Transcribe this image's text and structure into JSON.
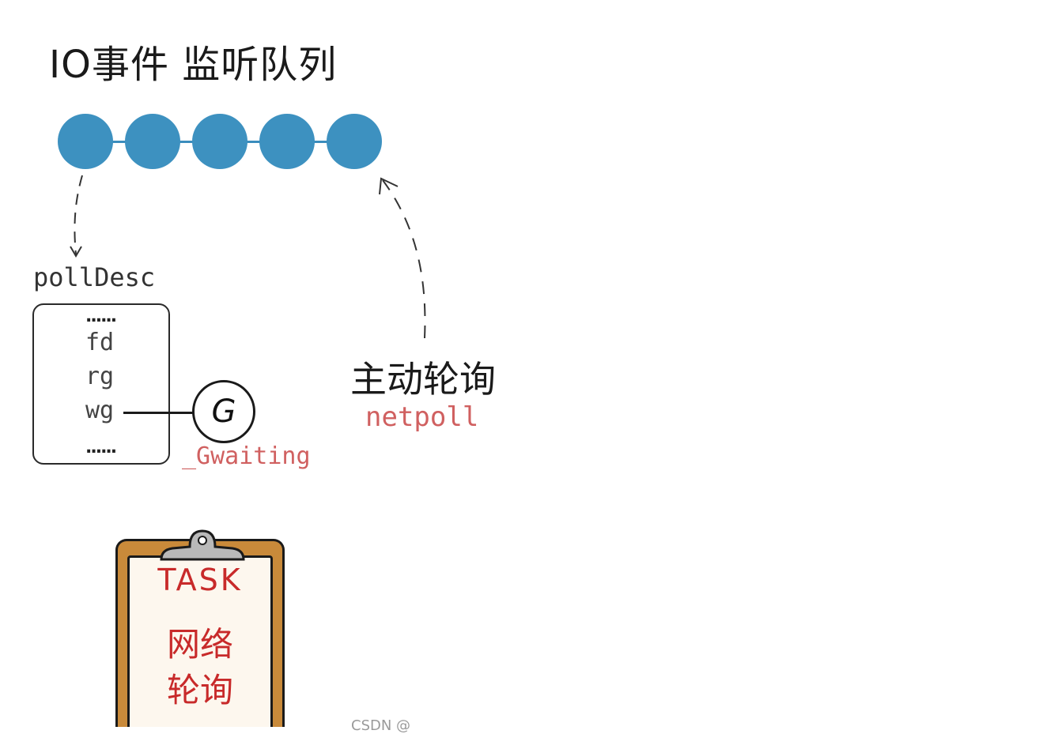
{
  "title": "IO事件 监听队列",
  "queue": {
    "node_count": 5,
    "node_color": "#3d91c0"
  },
  "polldesc": {
    "label": "pollDesc",
    "top_dots": "......",
    "fields": [
      "fd",
      "rg",
      "wg"
    ],
    "bottom_dots": "......"
  },
  "goroutine": {
    "letter": "G",
    "status": "_Gwaiting"
  },
  "polling": {
    "title": "主动轮询",
    "subtitle": "netpoll",
    "accent": "#d06060"
  },
  "task": {
    "title": "TASK",
    "line1": "网络",
    "line2": "轮询",
    "color": "#c82a2a"
  },
  "watermark": "CSDN @"
}
